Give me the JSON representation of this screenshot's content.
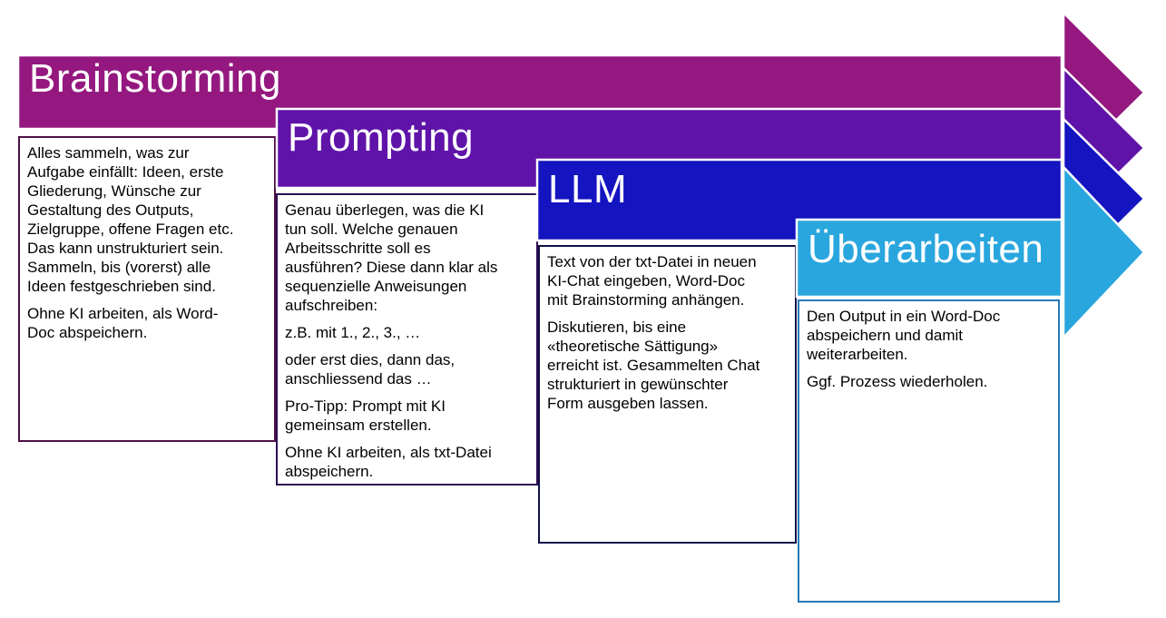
{
  "steps": [
    {
      "title": "Brainstorming",
      "paragraphs": [
        "Alles sammeln, was zur\nAufgabe einfällt: Ideen, erste\nGliederung, Wünsche zur\nGestaltung des Outputs,\nZielgruppe, offene Fragen etc.\nDas kann unstrukturiert sein.\nSammeln, bis (vorerst) alle\nIdeen festgeschrieben sind.",
        "Ohne KI arbeiten, als Word-\nDoc abspeichern."
      ]
    },
    {
      "title": "Prompting",
      "paragraphs": [
        "Genau überlegen, was die KI\ntun soll. Welche genauen\nArbeitsschritte soll es\nausführen? Diese dann klar als\nsequenzielle Anweisungen\naufschreiben:",
        "z.B. mit 1., 2., 3., …",
        "oder erst dies, dann das,\nanschliessend das …",
        "Pro-Tipp: Prompt mit KI\ngemeinsam erstellen.",
        "Ohne KI arbeiten, als txt-Datei\nabspeichern."
      ]
    },
    {
      "title": "LLM",
      "paragraphs": [
        "Text von der txt-Datei in neuen\nKI-Chat eingeben, Word-Doc\nmit Brainstorming anhängen.",
        "Diskutieren, bis eine\n«theoretische Sättigung»\nerreicht ist. Gesammelten Chat\nstrukturiert in gewünschter\nForm ausgeben lassen."
      ]
    },
    {
      "title": "Überarbeiten",
      "paragraphs": [
        "Den Output in ein Word-Doc\nabspeichern und damit\nweiterarbeiten.",
        "Ggf. Prozess wiederholen."
      ]
    }
  ],
  "colors": {
    "banner1": "#94187F",
    "banner2": "#6013A8",
    "banner3": "#1414C0",
    "banner4": "#29A6DE",
    "box1_border": "#4E0F45",
    "box2_border": "#2E0B52",
    "box3_border": "#10104A",
    "box4_border": "#2579B5",
    "arrow_outline": "#FFFFFF",
    "title_text": "#FFFFFF",
    "body_text": "#000000"
  }
}
